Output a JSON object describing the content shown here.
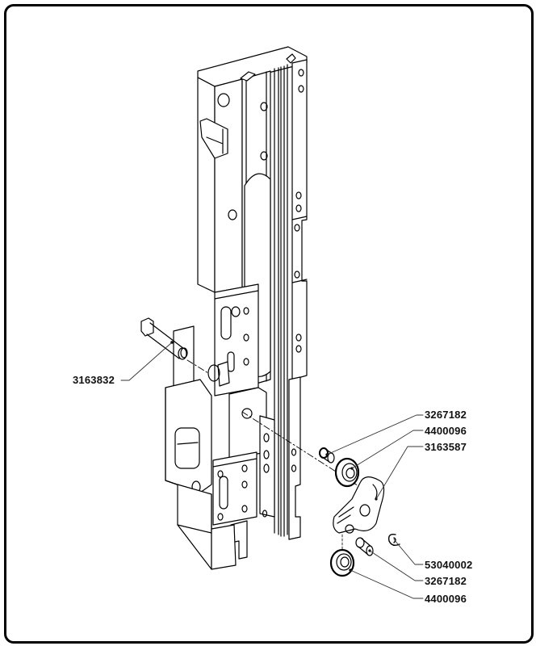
{
  "diagram": {
    "type": "exploded-parts-drawing",
    "subject": "vertical slide rail assembly with cam lever and bearings",
    "callouts": [
      {
        "id": "c1",
        "part_number": "3163832",
        "points_to": "shoulder pin"
      },
      {
        "id": "c2",
        "part_number": "3267182",
        "points_to": "small pin (upper)"
      },
      {
        "id": "c3",
        "part_number": "4400096",
        "points_to": "bearing (upper)"
      },
      {
        "id": "c4",
        "part_number": "3163587",
        "points_to": "cam lever"
      },
      {
        "id": "c5",
        "part_number": "53040002",
        "points_to": "e-clip retaining ring"
      },
      {
        "id": "c6",
        "part_number": "3267182",
        "points_to": "small pin (lower)"
      },
      {
        "id": "c7",
        "part_number": "4400096",
        "points_to": "bearing (lower)"
      }
    ],
    "colors": {
      "line": "#000000",
      "background": "#ffffff",
      "leader": "#333333"
    }
  }
}
